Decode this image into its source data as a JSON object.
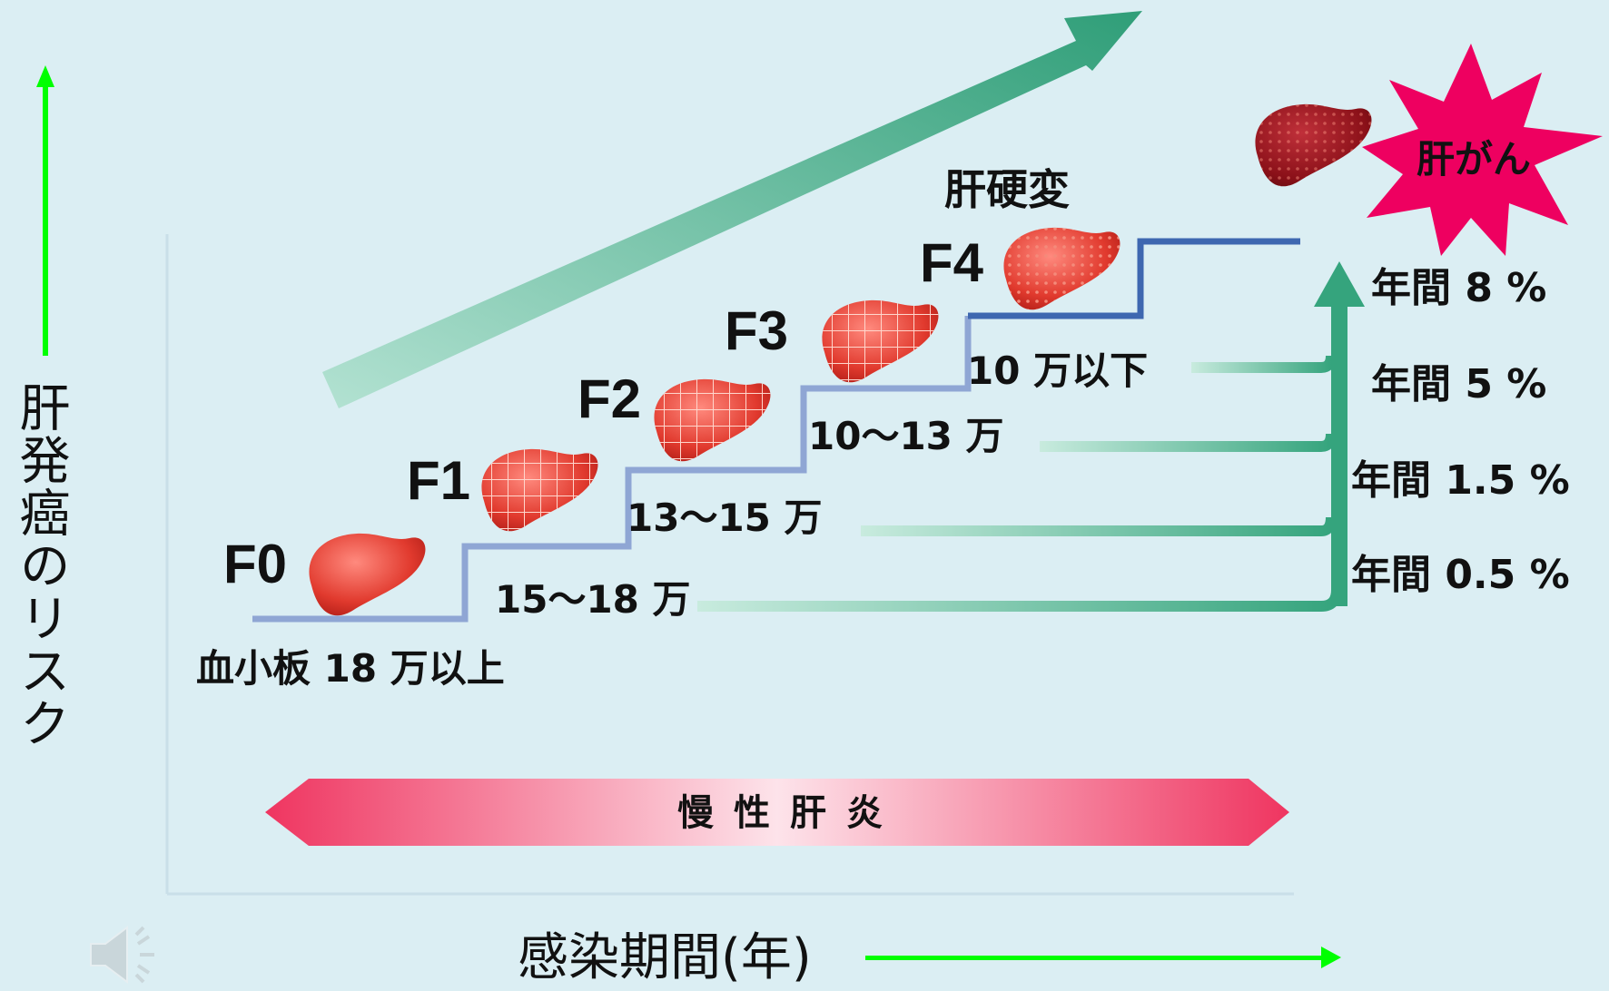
{
  "axes": {
    "y_label": "肝発癌のリスク",
    "x_label": "感染期間(年)"
  },
  "stages": [
    {
      "label": "F0",
      "platelet": "血小板 18 万以上"
    },
    {
      "label": "F1",
      "platelet": "15〜18 万"
    },
    {
      "label": "F2",
      "platelet": "13〜15 万"
    },
    {
      "label": "F3",
      "platelet": "10〜13 万"
    },
    {
      "label": "F4",
      "platelet": "10 万以下",
      "name": "肝硬変"
    }
  ],
  "cancer": {
    "label": "肝がん"
  },
  "annual_rates": [
    "年間 8 %",
    "年間 5 %",
    "年間 1.5 %",
    "年間 0.5 %"
  ],
  "band": {
    "label": "慢性肝炎"
  },
  "icons": {
    "speaker": "speaker-icon"
  },
  "colors": {
    "background": "#dbeef3",
    "arrow_green": "#00ff00",
    "teal": "#3aa57f",
    "step_blue": "#8fa6d4",
    "step_dark_blue": "#3e67b0",
    "burst": "#ee0060",
    "band": "#ee3a5e"
  }
}
